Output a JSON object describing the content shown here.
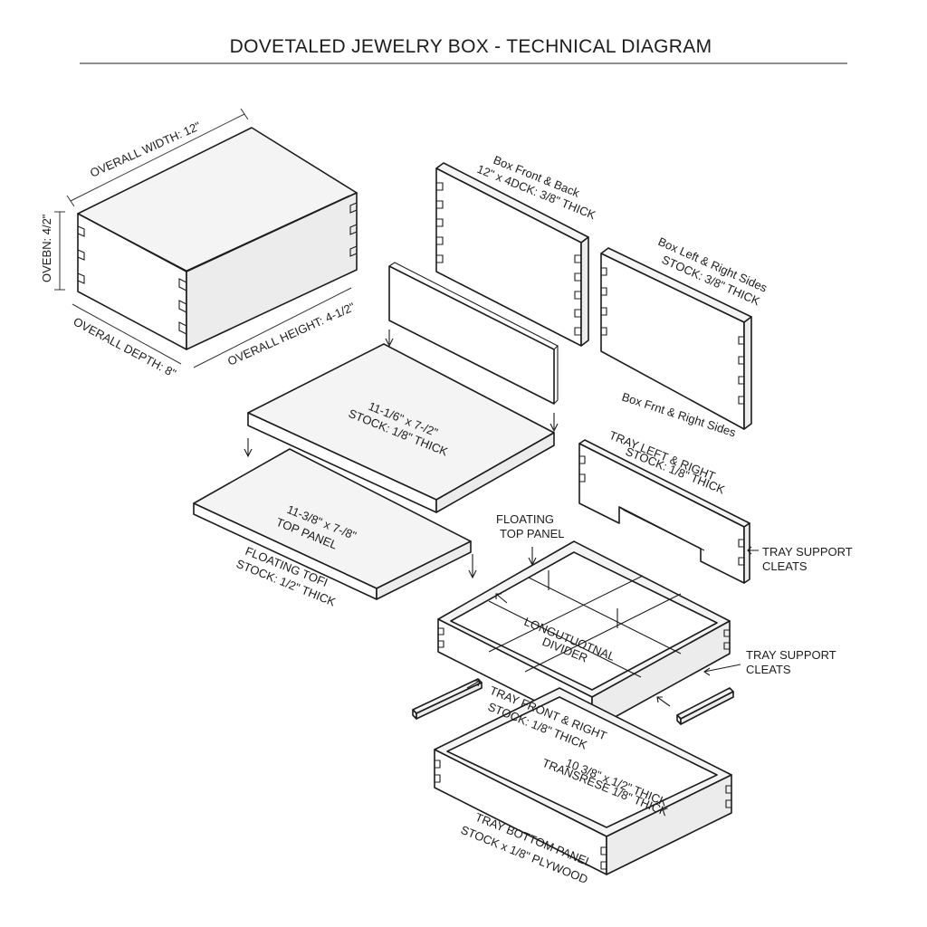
{
  "title": "DOVETALED JEWELRY BOX - TECHNICAL DIAGRAM",
  "labels": {
    "overall_width": "OVERALL WIDTH: 12\"",
    "overall_height_side": "OVEBN: 4/2\"",
    "overall_depth": "OVERALL DEPTH: 8\"",
    "overall_height": "OVERALL HEIGHT: 4-1/2\"",
    "front_back_title": "Box Front & Back",
    "front_back_spec": "12\" x 4DCK: 3/8\" THICK",
    "sides_title": "Box Left & Right Sides",
    "sides_spec": "STOCK: 3/8\" THICK",
    "sides_caption": "Box Frnt & Right Sides",
    "lid_dims": "11-1/6\" x 7-/2\"",
    "lid_stock": "STOCK: 1/8\" THICK",
    "top_dims": "11-3/8\" x 7-/8\"",
    "top_name": "TOP PANEL",
    "floating_top_1": "FLOATING TOFI",
    "floating_top_2": "STOCK: 1/2\" THICK",
    "tray_lr_1": "TRAY LEFT & RIGHT",
    "tray_lr_2": "STOCK: 1/8\" THICK",
    "cleats_1a": "TRAY SUPPORT",
    "cleats_1b": "CLEATS",
    "floating_panel_1": "FLOATING",
    "floating_panel_2": "TOP PANEL",
    "divider_1": "LONGUTUOTNAL",
    "divider_2": "DIVIDER",
    "cleats_2a": "TRAY SUPPORT",
    "cleats_2b": "CLEATS",
    "tray_fr_1": "TRAY FRONT & RIGHT",
    "tray_fr_2": "STOCK: 1/8\" THICK",
    "tray_tr_1": "10 3/8\" x 1/2\" THICK",
    "tray_tr_2": "TRANSRESE 1/8\" THICK",
    "bottom_1": "TRAY BOTTOM PANEL",
    "bottom_2": "STOCK x 1/8\" PLYWOOD"
  }
}
